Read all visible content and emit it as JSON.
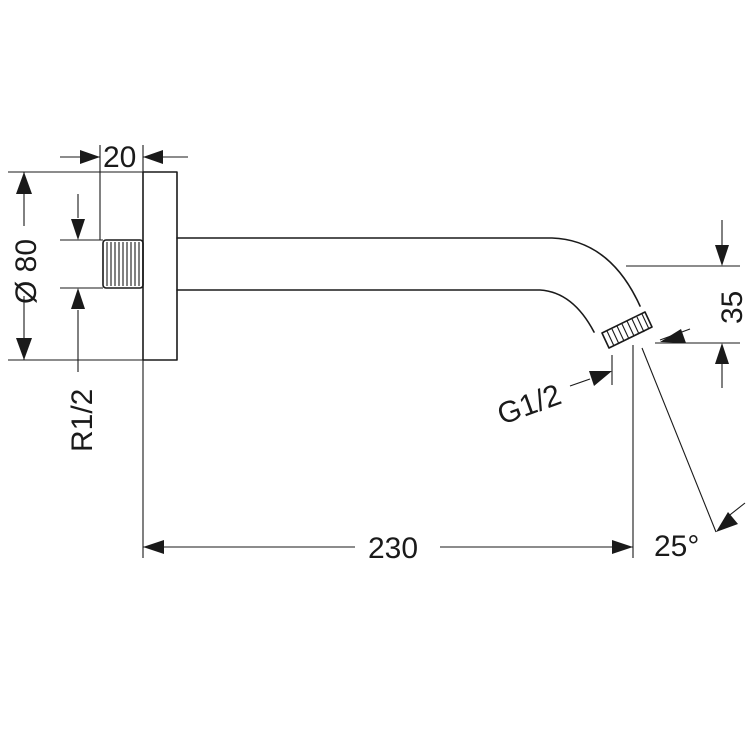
{
  "drawing": {
    "dimensions": {
      "flange_thickness": "20",
      "flange_diameter": "Ø 80",
      "inlet_thread": "R1/2",
      "outlet_thread": "G1/2",
      "outlet_drop": "35",
      "arm_length": "230",
      "outlet_angle": "25°"
    }
  }
}
